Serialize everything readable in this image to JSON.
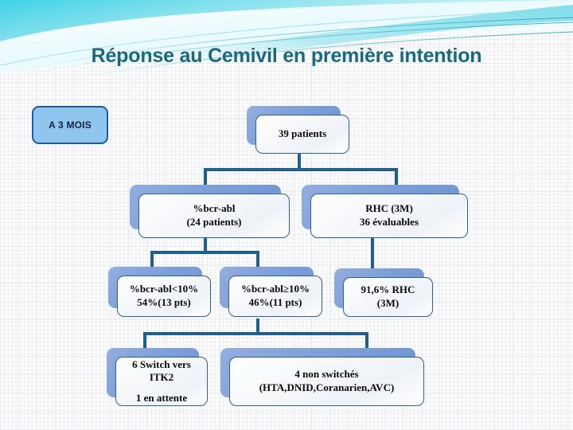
{
  "slide": {
    "title": "Réponse au Cemivil en première intention",
    "title_color": "#17697d",
    "background_color": "#fbfbfc",
    "accent_color": "#1f5f8b",
    "node_shadow_color": "#7e9fd8",
    "callout_fill": "#8ec6f0",
    "callout_border": "#1f5c99"
  },
  "callout": {
    "label": "A 3 MOIS"
  },
  "nodes": {
    "root": {
      "line1": "39 patients"
    },
    "bcr_abl": {
      "line1": "%bcr-abl",
      "line2": "(24 patients)"
    },
    "rhc": {
      "line1": "RHC (3M)",
      "line2": "36 évaluables"
    },
    "bcr_lt10": {
      "line1": "%bcr-abl<10%",
      "line2": "54%(13 pts)"
    },
    "bcr_ge10": {
      "line1": "%bcr-abl≥10%",
      "line2": "46%(11 pts)"
    },
    "rhc_pct": {
      "line1": "91,6% RHC",
      "line2": "(3M)"
    },
    "switch": {
      "line1": "6 Switch vers",
      "line2": "ITK2",
      "line3": "1 en attente"
    },
    "non_switch": {
      "line1": "4 non switchés",
      "line2": "(HTA,DNID,Coranarien,AVC)"
    }
  }
}
